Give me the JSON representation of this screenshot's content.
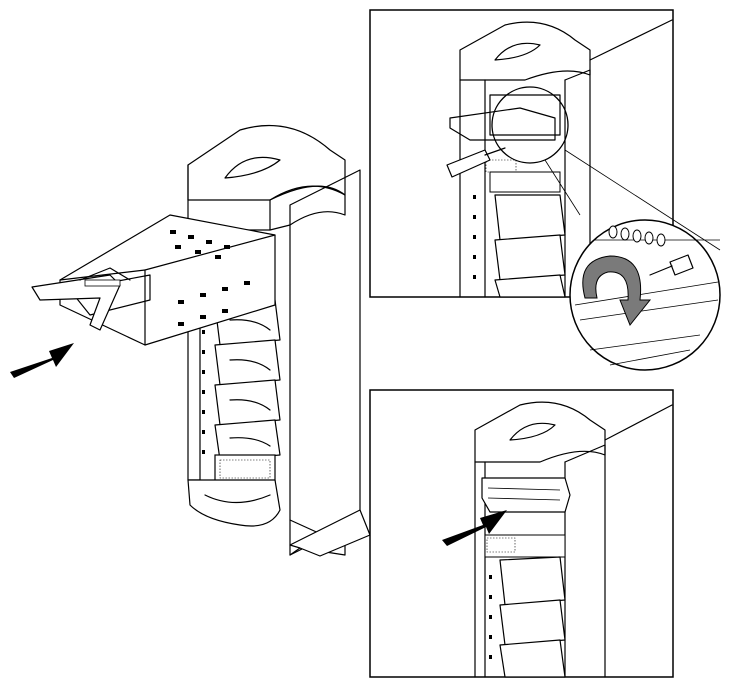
{
  "figure": {
    "kind": "installation-illustration",
    "steps": [
      {
        "id": "insert-drive",
        "arrow": "push-right"
      },
      {
        "id": "tighten-screws",
        "arrow": "rotate-clockwise"
      },
      {
        "id": "attach-bezel",
        "arrow": "push-right"
      }
    ],
    "colors": {
      "line": "#000000",
      "background": "#ffffff",
      "rotation_arrow": "#7a7a7a",
      "frame": "#000000"
    }
  }
}
